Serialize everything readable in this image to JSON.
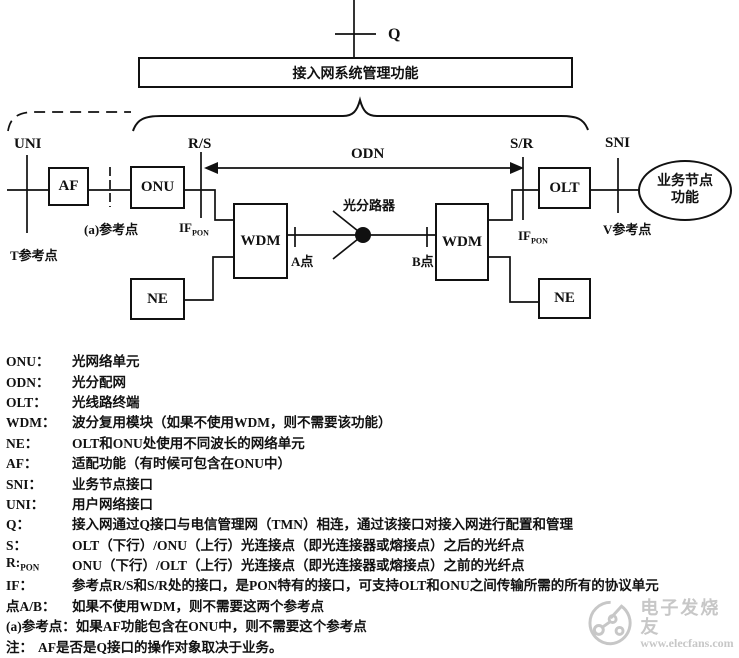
{
  "management": {
    "q_label": "Q",
    "box_label": "接入网系统管理功能"
  },
  "blocks": {
    "af": "AF",
    "onu": "ONU",
    "wdm_left": "WDM",
    "wdm_right": "WDM",
    "ne_left": "NE",
    "ne_right": "NE",
    "olt": "OLT",
    "service_node_line1": "业务节点",
    "service_node_line2": "功能"
  },
  "reference_labels": {
    "uni": "UNI",
    "rs": "R/S",
    "odn": "ODN",
    "sr": "S/R",
    "sni": "SNI",
    "t_ref": "T参考点",
    "a_ref": "(a)参考点",
    "v_ref": "V参考点",
    "if_base": "IF",
    "if_sub": "PON",
    "point_a": "A点",
    "point_b": "B点",
    "splitter": "光分路器"
  },
  "legend": {
    "items": [
      {
        "term": "ONU：",
        "desc": "光网络单元"
      },
      {
        "term": "ODN：",
        "desc": "光分配网"
      },
      {
        "term": "OLT：",
        "desc": "光线路终端"
      },
      {
        "term": "WDM：",
        "desc": "波分复用模块（如果不使用WDM，则不需要该功能）"
      },
      {
        "term": "NE：",
        "desc": "OLT和ONU处使用不同波长的网络单元"
      },
      {
        "term": "AF：",
        "desc": "适配功能（有时候可包含在ONU中）"
      },
      {
        "term": "SNI：",
        "desc": "业务节点接口"
      },
      {
        "term": "UNI：",
        "desc": "用户网络接口"
      },
      {
        "term": "Q：",
        "desc": "接入网通过Q接口与电信管理网（TMN）相连，通过该接口对接入网进行配置和管理"
      },
      {
        "term": "S：",
        "desc": "OLT（下行）/ONU（上行）光连接点（即光连接器或熔接点）之后的光纤点"
      },
      {
        "term": "R:",
        "sub": "PON",
        "desc": "ONU（下行）/OLT（上行）光连接点（即光连接器或熔接点）之前的光纤点"
      },
      {
        "term": "IF：",
        "desc": "参考点R/S和S/R处的接口，是PON特有的接口，可支持OLT和ONU之间传输所需的所有的协议单元"
      },
      {
        "term": "点A/B：",
        "desc": "如果不使用WDM，则不需要这两个参考点"
      },
      {
        "term": "(a)参考点：",
        "desc": "如果AF功能包含在ONU中，则不需要这个参考点"
      },
      {
        "term": "注：",
        "desc": "AF是否是Q接口的操作对象取决于业务。"
      }
    ]
  },
  "watermark": {
    "brand": "电子发烧友",
    "url": "www.elecfans.com"
  },
  "colors": {
    "ink": "#111111",
    "watermark": "#c7c7c7",
    "background": "#ffffff"
  }
}
